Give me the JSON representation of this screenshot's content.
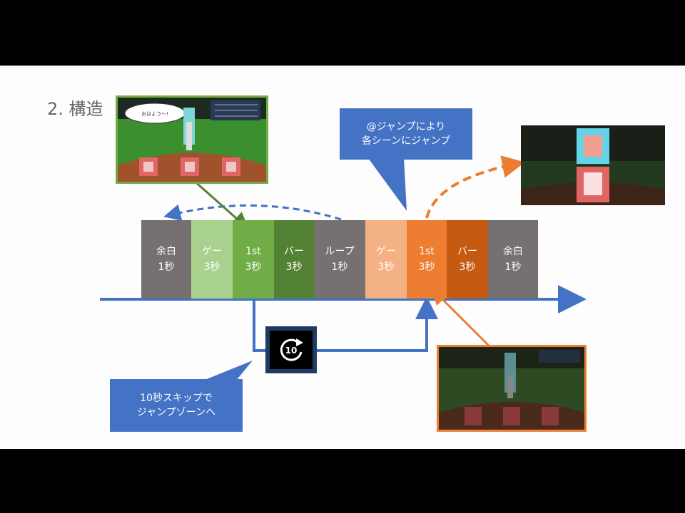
{
  "slide": {
    "title": "2. 構造"
  },
  "timeline": {
    "segments": [
      {
        "line1": "余白",
        "line2": "1秒",
        "color": "#767171"
      },
      {
        "line1": "ゲー",
        "line2": "3秒",
        "color": "#a9d18e"
      },
      {
        "line1": "1st",
        "line2": "3秒",
        "color": "#70ad47"
      },
      {
        "line1": "バー",
        "line2": "3秒",
        "color": "#548235"
      },
      {
        "line1": "ループ",
        "line2": "1秒",
        "color": "#767171"
      },
      {
        "line1": "ゲー",
        "line2": "3秒",
        "color": "#f4b183"
      },
      {
        "line1": "1st",
        "line2": "3秒",
        "color": "#ed7d31"
      },
      {
        "line1": "バー",
        "line2": "3秒",
        "color": "#c55a11"
      },
      {
        "line1": "余白",
        "line2": "1秒",
        "color": "#767171"
      }
    ],
    "axis_color": "#4472c4"
  },
  "callouts": {
    "jump": {
      "line1": "@ジャンプにより",
      "line2": "各シーンにジャンプ"
    },
    "skip": {
      "line1": "10秒スキップで",
      "line2": "ジャンプゾーンへ"
    }
  },
  "skip_icon": {
    "label": "10",
    "name": "skip-10-seconds-icon"
  },
  "thumbnails": {
    "top_left": {
      "speech": "おはよう〜!",
      "border": "#70ad47"
    },
    "bottom_right": {
      "border": "#ed7d31"
    }
  },
  "colors": {
    "blue": "#4472c4",
    "green": "#70ad47",
    "orange": "#ed7d31",
    "gray": "#767171"
  }
}
